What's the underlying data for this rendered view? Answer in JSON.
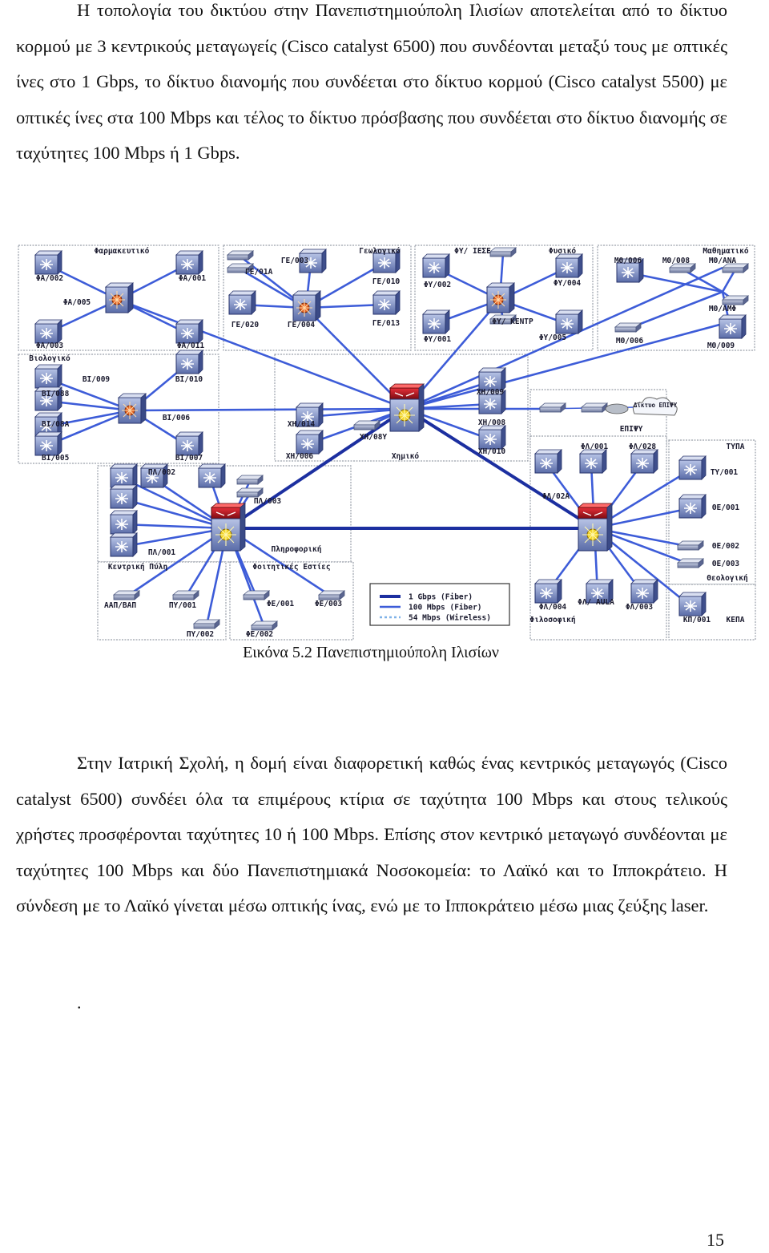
{
  "document": {
    "paragraph1": "Η τοπολογία του δικτύου στην Πανεπιστημιούπολη Ιλισίων αποτελείται από το δίκτυο κορμού με 3 κεντρικούς μεταγωγείς (Cisco catalyst 6500) που συνδέονται μεταξύ τους με οπτικές ίνες στο 1 Gbps, το δίκτυο διανομής που συνδέεται στο δίκτυο κορμού (Cisco catalyst 5500) με οπτικές ίνες στα 100 Mbps και τέλος το δίκτυο πρόσβασης που συνδέεται στο δίκτυο διανομής σε ταχύτητες 100 Mbps ή 1 Gbps.",
    "caption": "Εικόνα 5.2 Πανεπιστημιούπολη Ιλισίων",
    "paragraph2": "Στην Ιατρική Σχολή, η δομή είναι διαφορετική καθώς ένας κεντρικός μεταγωγός (Cisco catalyst 6500) συνδέει όλα τα επιμέρους κτίρια σε ταχύτητα 100 Mbps και στους τελικούς χρήστες προσφέρονται ταχύτητες 10 ή 100 Mbps. Επίσης στον κεντρικό μεταγωγό συνδέονται με ταχύτητες 100 Mbps και δύο Πανεπιστημιακά Νοσοκομεία: το Λαϊκό και το Ιπποκράτειο. Η σύνδεση με το Λαϊκό γίνεται μέσω οπτικής ίνας, ενώ με το Ιπποκράτειο μέσω μιας ζεύξης laser.",
    "trailing_dot": ".",
    "page_number": "15"
  },
  "diagram": {
    "colors": {
      "fiber_1g": "#1c2fa0",
      "fiber_100m": "#3d5cd8",
      "wireless": "#7fb2e8",
      "core": "#c8141e",
      "dist": "#e56020",
      "box": "#9aa0aa"
    },
    "groups": [
      {
        "title": "Φαρμακευτικό",
        "nodes": [
          "ΦΑ/002",
          "ΦΑ/001",
          "ΦΑ/005",
          "ΦΑ/003",
          "ΦΑ/011"
        ]
      },
      {
        "title": "Γεωλογικό",
        "nodes": [
          "ΓΕ/01A",
          "ΓΕ/003",
          "ΓΕ/01Θ",
          "ΓΕ/020",
          "ΓΕ/004",
          "ΓΕ/013"
        ]
      },
      {
        "title": "Φυσικό",
        "nodes": [
          "ΦΥ/ ΙΕΣΕ",
          "ΦΥ/002",
          "ΦΥ/004",
          "ΦΥ/ ΚΕΝΤΡ",
          "ΦΥ/001",
          "ΦΥ/005"
        ]
      },
      {
        "title": "Μαθηματικό",
        "nodes": [
          "ΜΘ/006",
          "ΜΘ/008",
          "ΜΘ/ΑΝΑ",
          "ΜΘ/ΑΜΦ",
          "ΜΘ/006",
          "ΜΘ/009"
        ]
      },
      {
        "title": "Βιολογικό",
        "nodes": [
          "ΒΙ/009",
          "ΒΙ/010",
          "ΒΙ/088",
          "ΒΙ/006",
          "ΒΙ/08Α",
          "ΒΙ/005",
          "ΒΙ/007"
        ]
      },
      {
        "title": "Χημικό",
        "nodes": [
          "ΧΗ/009",
          "ΧΗ/014",
          "ΧΗ/008",
          "ΧΗ/08Υ",
          "ΧΗ/006",
          "ΧΗ/010"
        ]
      },
      {
        "title": "Πληροφορική",
        "nodes": [
          "ΠΛ/002",
          "ΠΛ/003",
          "ΠΛ/001"
        ]
      },
      {
        "title": "Κεντρική Πύλη",
        "nodes": [
          "ΑΑΠ/ΒΑΠ",
          "ΠΥ/001",
          "ΠΥ/002"
        ]
      },
      {
        "title": "Φοιτητικές Εστίες",
        "nodes": [
          "ΦΕ/001",
          "ΦΕ/003",
          "ΦΕ/002"
        ]
      },
      {
        "title": "ΤΥΠΑ",
        "nodes": [
          "ΤΥ/001"
        ]
      },
      {
        "title": "Θεολογική",
        "nodes": [
          "ΘΕ/001",
          "ΘΕ/002",
          "ΘΕ/003"
        ]
      },
      {
        "title": "Φιλοσοφική",
        "nodes": [
          "ΦΛ/001",
          "ΦΛ/028",
          "ΦΛ/02Α",
          "ΦΛ/004",
          "ΦΛ/ AULA",
          "ΦΛ/003"
        ]
      },
      {
        "title": "ΚΕΠΑ",
        "nodes": [
          "ΚΠ/001"
        ]
      }
    ],
    "epifu": "ΕΠΙΨΥ",
    "cloud": "Δίκτυο ΕΠΙΨΥ",
    "legend": [
      "1 Gbps (Fiber)",
      "100 Mbps (Fiber)",
      "54 Mbps (Wireless)"
    ]
  }
}
